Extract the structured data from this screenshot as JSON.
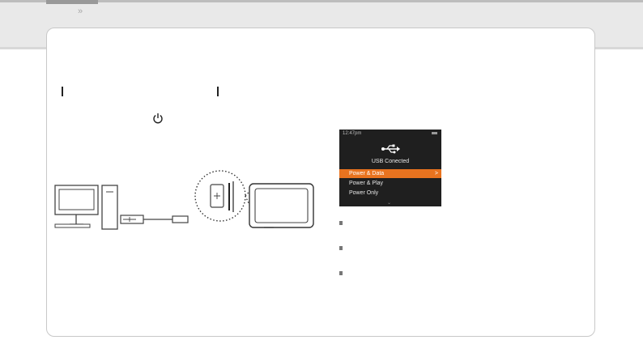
{
  "header": {
    "chevron_glyph": "»"
  },
  "steps": {
    "power_icon": "power-icon"
  },
  "illustration": {
    "icons": [
      "computer-icon",
      "usb-cable-icon",
      "usb-port-detail-icon",
      "media-player-icon"
    ]
  },
  "device_screen": {
    "time": "12:47pm",
    "title": "USB Conected",
    "menu_items": [
      "Power & Data",
      "Power & Play",
      "Power Only"
    ],
    "selected_index": 0,
    "selected_arrow": ">",
    "scroll_indicator": "⌄",
    "colors": {
      "screen_bg": "#1f1f1f",
      "highlight": "#e8731f"
    }
  },
  "notes": {
    "bullet_count": 3
  }
}
